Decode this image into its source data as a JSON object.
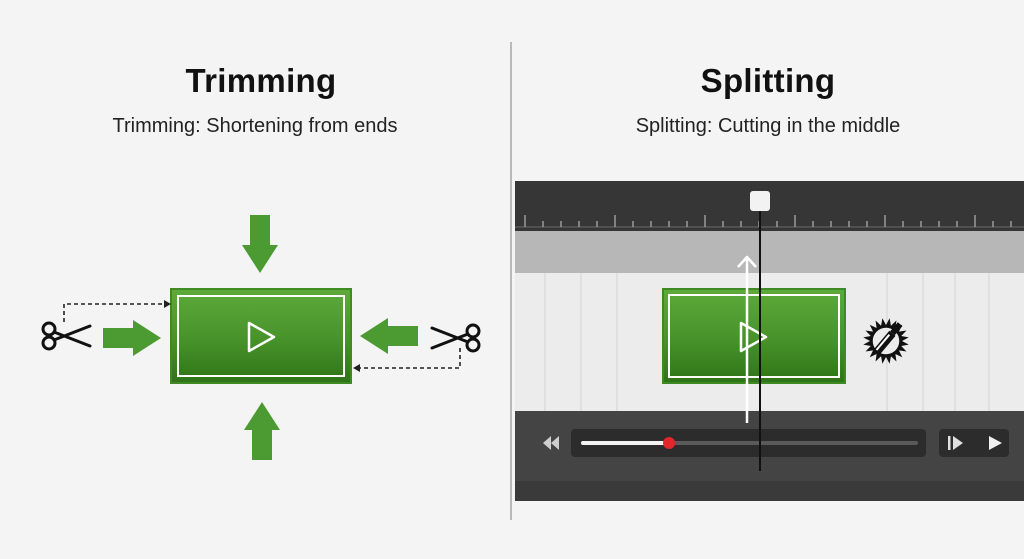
{
  "trimming": {
    "title": "Trimming",
    "subtitle": "Trimming: Shortening from ends"
  },
  "splitting": {
    "title": "Splitting",
    "subtitle": "Splitting: Cutting in the middle",
    "scrub_progress": 0.26
  },
  "icons": {
    "clip_play": "play-icon",
    "scissors": "scissors-icon",
    "saw": "saw-blade-icon",
    "rewind": "rewind-icon",
    "step": "step-forward-icon",
    "play": "play-icon"
  },
  "colors": {
    "clip_green": "#4a9a2c",
    "arrow_green": "#4b9a32",
    "editor_dark": "#3b3b3b",
    "scrub_knob": "#e3262a"
  }
}
